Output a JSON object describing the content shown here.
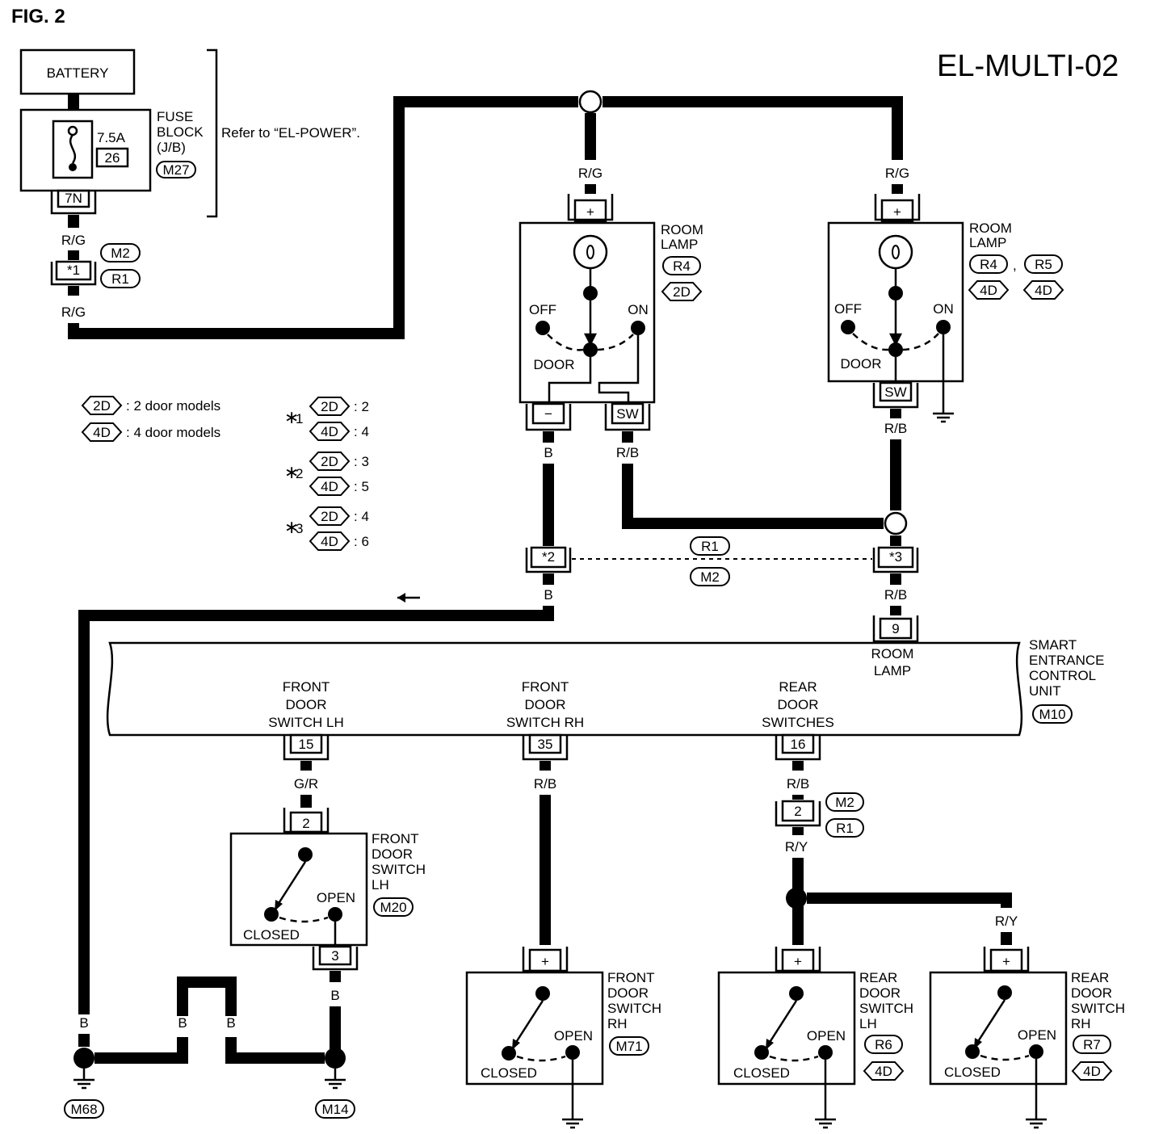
{
  "figure_label": "FIG. 2",
  "diagram_id": "EL-MULTI-02",
  "refer_note": "Refer to “EL-POWER”.",
  "battery": "BATTERY",
  "fuse_block": {
    "line1": "FUSE",
    "line2": "BLOCK",
    "line3": "(J/B)",
    "amp": "7.5A",
    "fuse_no": "26",
    "connector": "M27",
    "terminal": "7N"
  },
  "connector_labels": {
    "m2": "M2",
    "r1": "R1",
    "r4": "R4",
    "r5": "R5",
    "r6": "R6",
    "r7": "R7",
    "m10": "M10",
    "m14": "M14",
    "m20": "M20",
    "m68": "M68",
    "m71": "M71",
    "d2": "2D",
    "d4": "4D"
  },
  "wire_colors": {
    "rg": "R/G",
    "rb": "R/B",
    "b": "B",
    "gr": "G/R",
    "ry": "R/Y"
  },
  "pins": {
    "plus": "+",
    "minus": "−",
    "sw": "SW",
    "star1": "*1",
    "star2": "*2",
    "star3": "*3",
    "p9": "9",
    "p15": "15",
    "p35": "35",
    "p16": "16",
    "p2": "2",
    "p3": "3"
  },
  "room_lamp": {
    "line1": "ROOM",
    "line2": "LAMP",
    "off": "OFF",
    "on": "ON",
    "door": "DOOR"
  },
  "legend": {
    "two_door": ": 2 door models",
    "four_door": ": 4 door models",
    "star1": "∗",
    "star1_num": "1",
    "star2_num": "2",
    "star3_num": "3",
    "s1_2d": ": 2",
    "s1_4d": ": 4",
    "s2_2d": ": 3",
    "s2_4d": ": 5",
    "s3_2d": ": 4",
    "s3_4d": ": 6"
  },
  "control_unit": {
    "smart": "SMART",
    "entrance": "ENTRANCE",
    "control": "CONTROL",
    "unit": "UNIT",
    "room": "ROOM",
    "lamp": "LAMP",
    "front_lh_1": "FRONT",
    "front_lh_2": "DOOR",
    "front_lh_3": "SWITCH LH",
    "front_rh_1": "FRONT",
    "front_rh_2": "DOOR",
    "front_rh_3": "SWITCH RH",
    "rear_1": "REAR",
    "rear_2": "DOOR",
    "rear_3": "SWITCHES"
  },
  "switch": {
    "front": "FRONT",
    "rear": "REAR",
    "door": "DOOR",
    "switch": "SWITCH",
    "lh": "LH",
    "rh": "RH",
    "open": "OPEN",
    "closed": "CLOSED"
  }
}
